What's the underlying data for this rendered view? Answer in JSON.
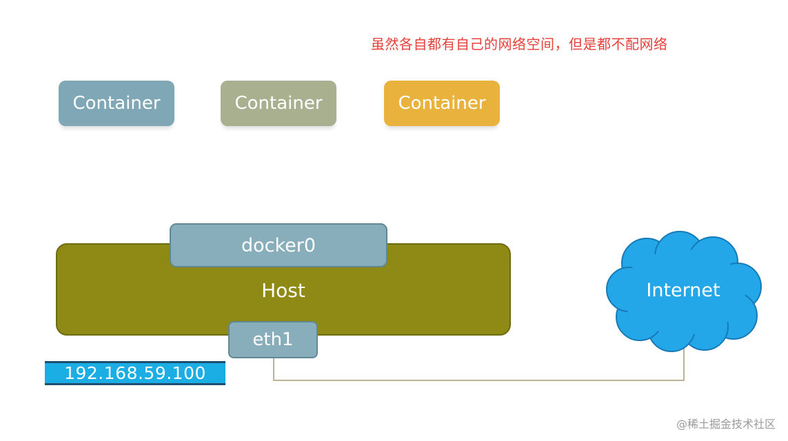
{
  "note": "虽然各自都有自己的网络空间，但是都不配网络",
  "containers": [
    {
      "label": "Container",
      "color": "#7fa7b6"
    },
    {
      "label": "Container",
      "color": "#a9b08f"
    },
    {
      "label": "Container",
      "color": "#e8b23d"
    }
  ],
  "host": {
    "label": "Host",
    "color": "#8f8a16"
  },
  "docker0": {
    "label": "docker0",
    "color": "#88adbb"
  },
  "eth1": {
    "label": "eth1",
    "color": "#88adbb"
  },
  "ip": {
    "label": "192.168.59.100",
    "color": "#1aaee5"
  },
  "internet": {
    "label": "Internet",
    "color": "#23a7e8"
  },
  "watermark": "@稀土掘金技术社区"
}
